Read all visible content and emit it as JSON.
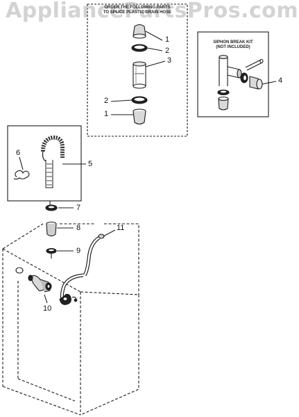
{
  "watermark": "AppliancePartsPros.com",
  "splice_box": {
    "title_line1": "ORDER THE FOLLOWING PARTS",
    "title_line2": "TO SPLICE PLASTIC DRAIN HOSE",
    "title_line3": ""
  },
  "siphon_box": {
    "title_line1": "SIPHON BREAK KIT",
    "title_line2": "(NOT INCLUDED)"
  },
  "callouts": {
    "splice_1_top": "1",
    "splice_2_top": "2",
    "splice_3": "3",
    "splice_2_bottom": "2",
    "splice_1_bottom": "1",
    "siphon_4": "4",
    "hose_5": "5",
    "clamp_6": "6",
    "ring_7": "7",
    "coupler_8": "8",
    "clamp_9": "9",
    "elbow_10": "10",
    "inlet_hose_11": "11"
  }
}
